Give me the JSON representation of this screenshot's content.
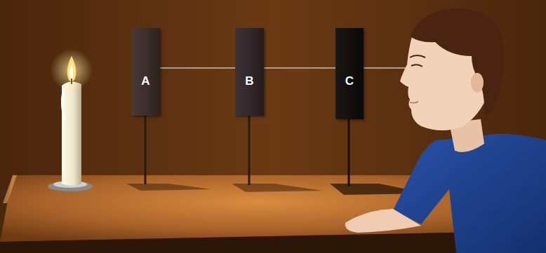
{
  "diagram": {
    "nodes": [
      {
        "text": [
          "A"
        ]
      },
      {
        "text": [
          "B"
        ]
      },
      {
        "text": [
          "C"
        ]
      }
    ],
    "edges": [
      {
        "from": 0,
        "to": 1,
        "arrow": "none"
      },
      {
        "from": 1,
        "to": 2,
        "arrow": "none"
      }
    ]
  }
}
